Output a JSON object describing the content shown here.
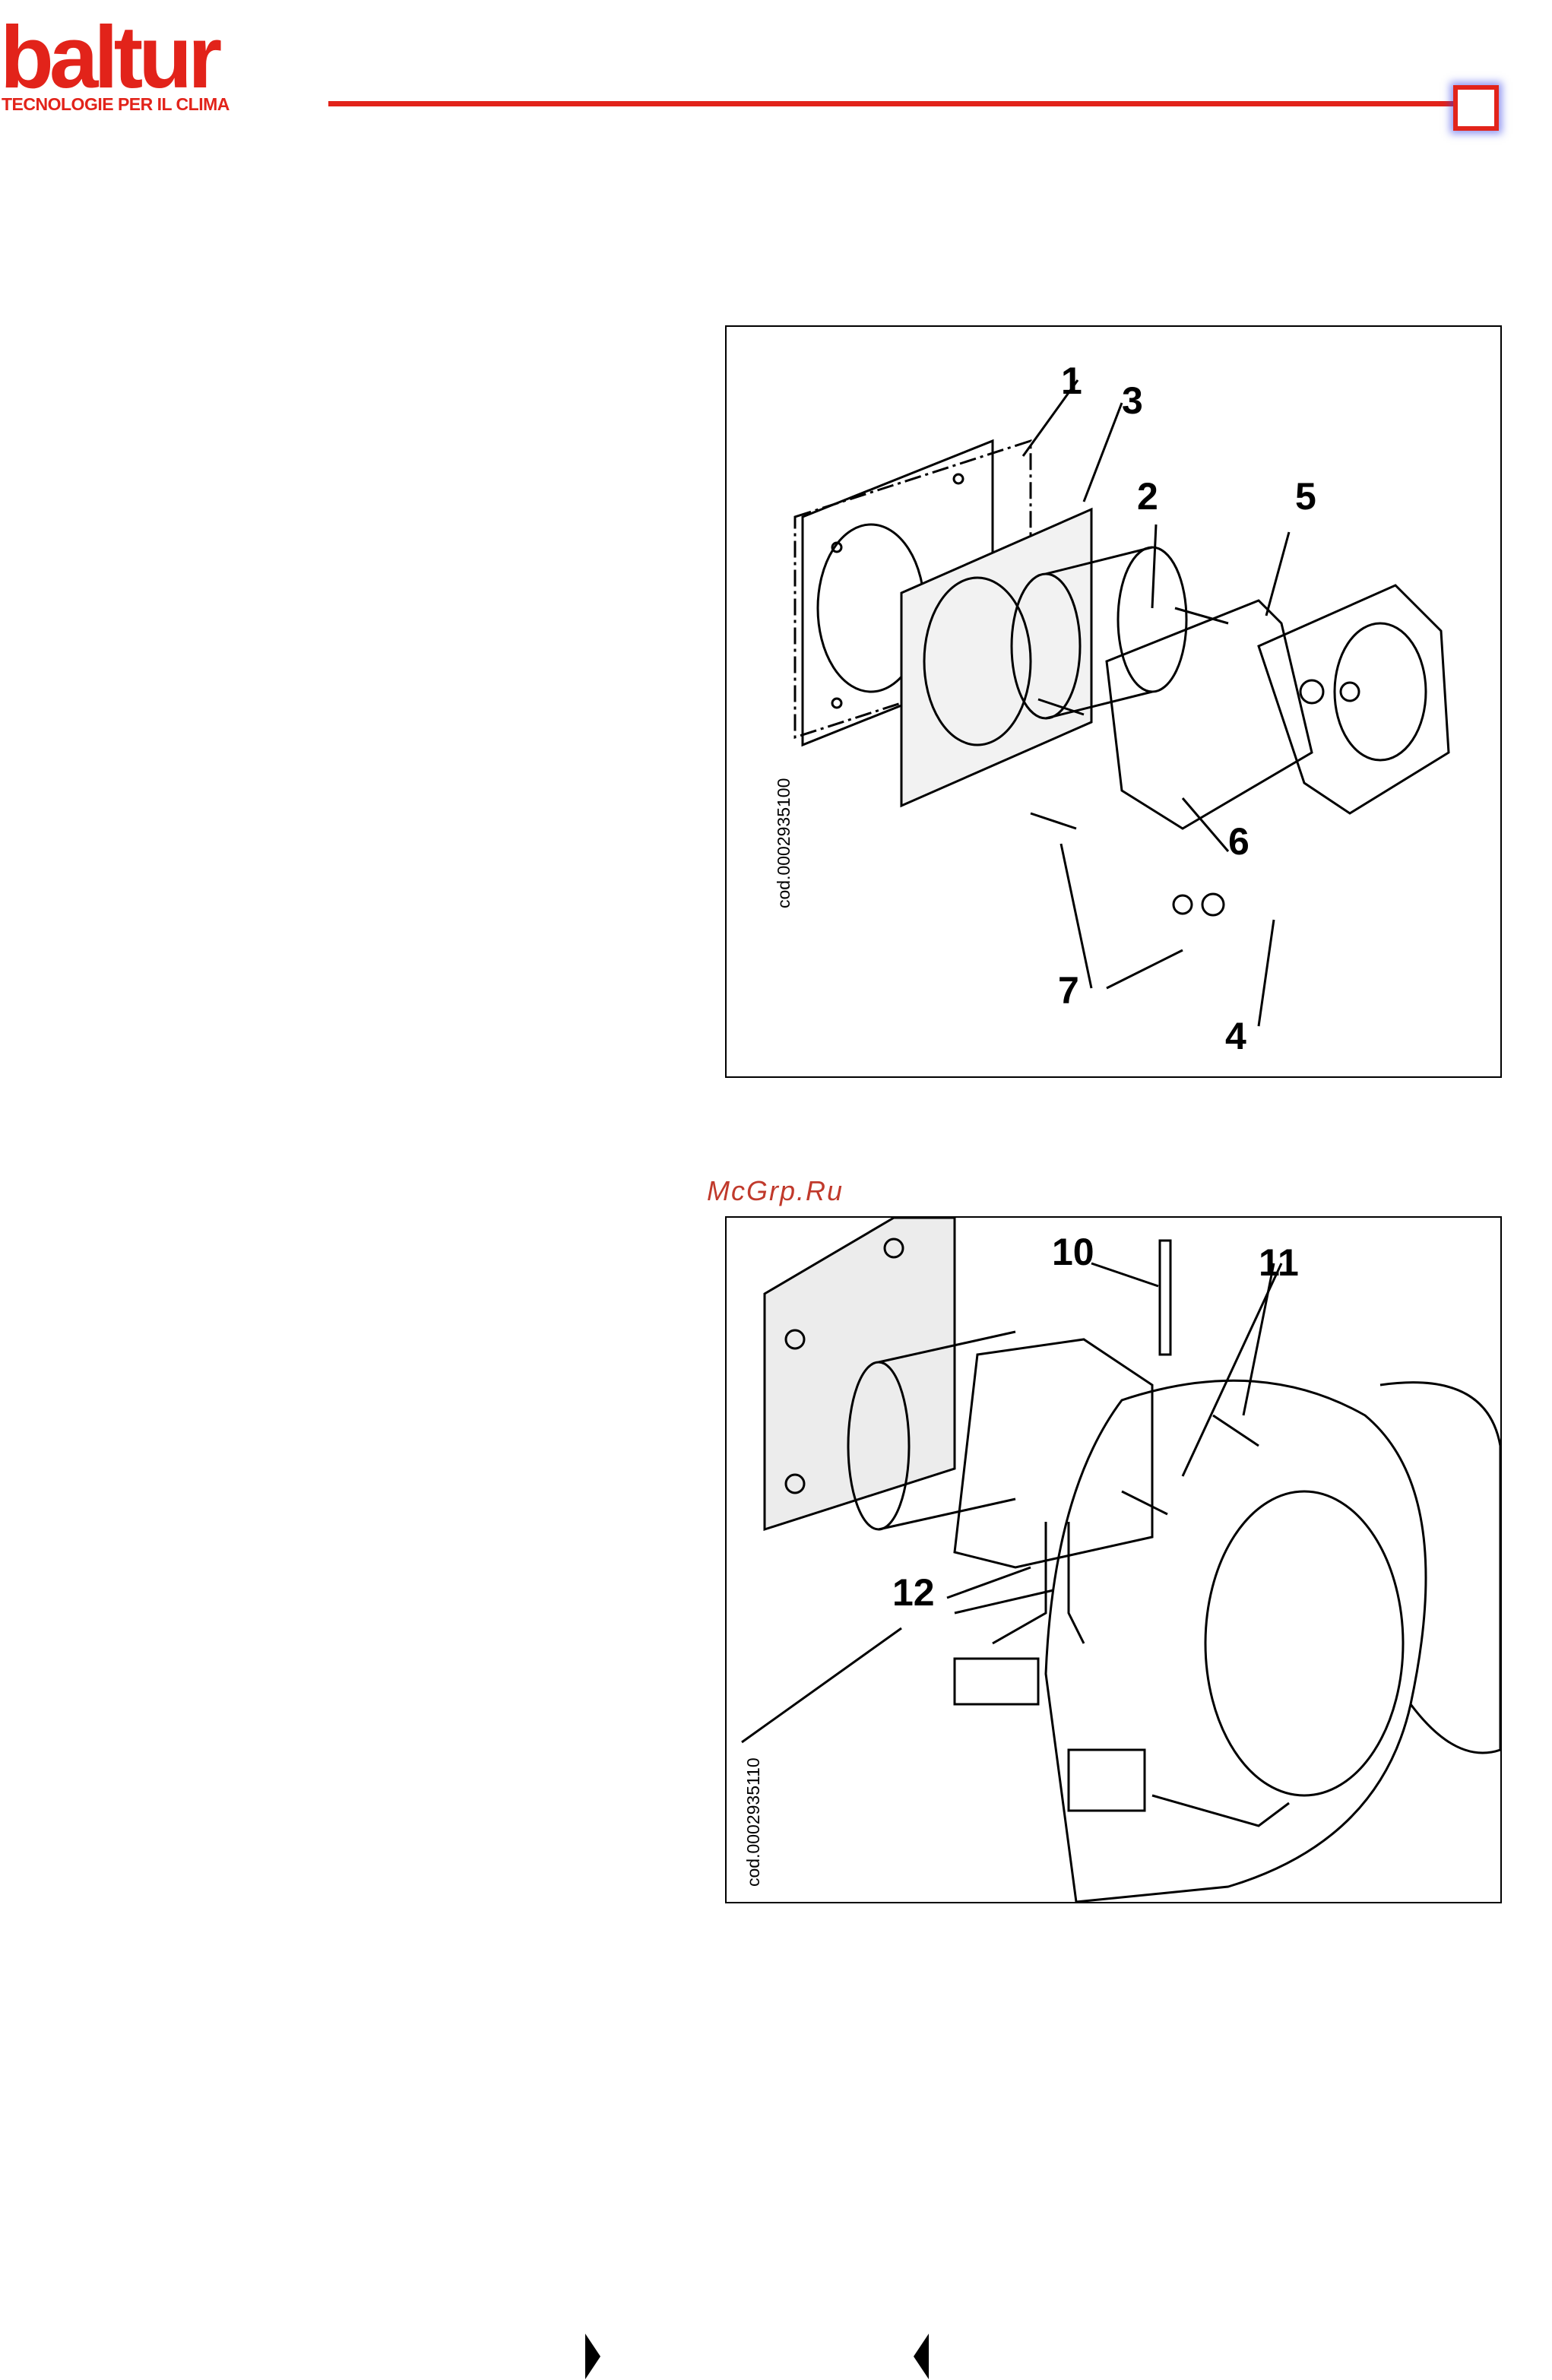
{
  "header": {
    "brand": "baltur",
    "tagline": "TECNOLOGIE PER IL CLIMA"
  },
  "colors": {
    "brand_red": "#e2231a",
    "watermark": "#c0392b"
  },
  "figure1": {
    "code": "cod.0002935100",
    "callouts": [
      "1",
      "3",
      "2",
      "5",
      "6",
      "7",
      "4"
    ]
  },
  "watermark": "McGrp.Ru",
  "figure2": {
    "code": "cod.0002935110",
    "callouts": [
      "10",
      "11",
      "12"
    ]
  },
  "footer": {
    "next_icon": "triangle-right-icon",
    "prev_icon": "triangle-left-icon"
  }
}
